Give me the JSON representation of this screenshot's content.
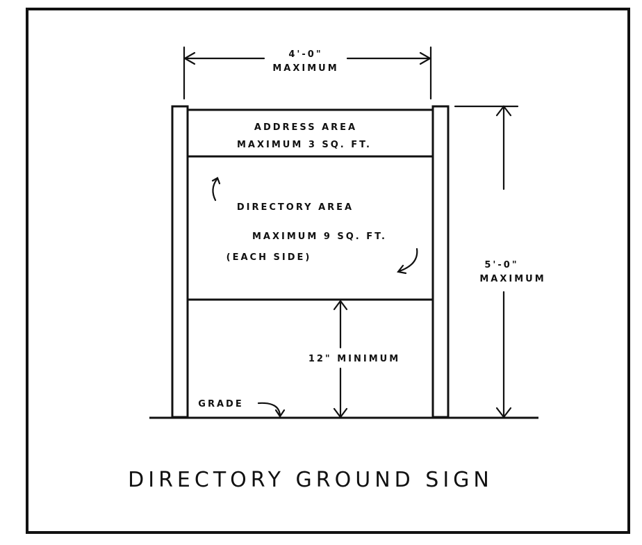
{
  "diagram": {
    "title": "DIRECTORY GROUND SIGN",
    "width_dimension": {
      "value": "4'-0\"",
      "qualifier": "MAXIMUM"
    },
    "height_dimension": {
      "value": "5'-0\"",
      "qualifier": "MAXIMUM"
    },
    "clearance_dimension": "12\" MINIMUM",
    "address_area": {
      "line1": "ADDRESS AREA",
      "line2": "MAXIMUM 3 SQ. FT."
    },
    "directory_area": {
      "line1": "DIRECTORY AREA",
      "line2": "MAXIMUM 9 SQ. FT.",
      "line3": "(EACH SIDE)"
    },
    "grade_label": "GRADE"
  }
}
